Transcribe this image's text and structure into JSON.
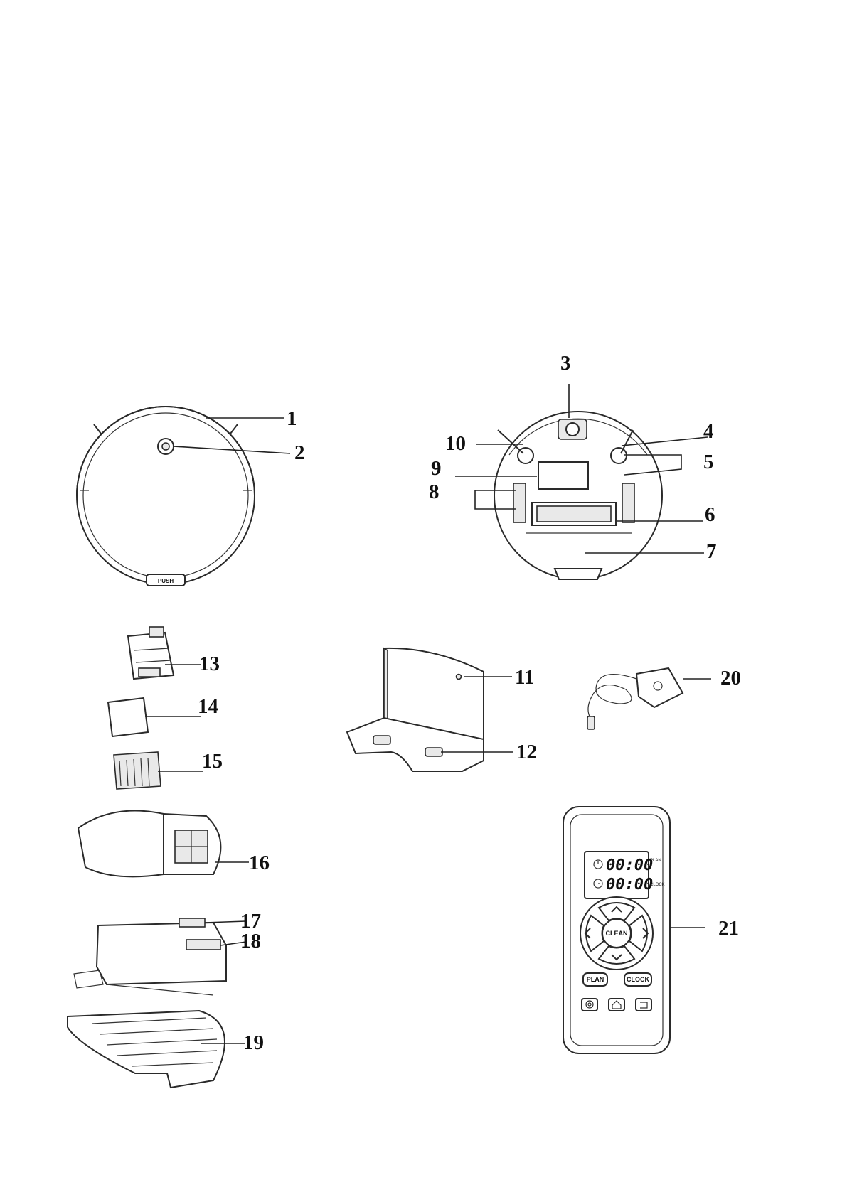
{
  "callouts": [
    "1",
    "2",
    "3",
    "4",
    "5",
    "6",
    "7",
    "8",
    "9",
    "10",
    "11",
    "12",
    "13",
    "14",
    "15",
    "16",
    "17",
    "18",
    "19",
    "20",
    "21"
  ],
  "robot_top": {
    "bumper_label": "PUSH"
  },
  "remote": {
    "lcd_plan_time": "00:00",
    "lcd_clock_time": "00:00",
    "lcd_plan_label": "PLAN",
    "lcd_clock_label": "CLOCK",
    "center_button": "CLEAN",
    "plan_button": "PLAN",
    "clock_button": "CLOCK",
    "icons": [
      "spiral-mode-icon",
      "home-dock-icon",
      "edge-mode-icon"
    ]
  }
}
